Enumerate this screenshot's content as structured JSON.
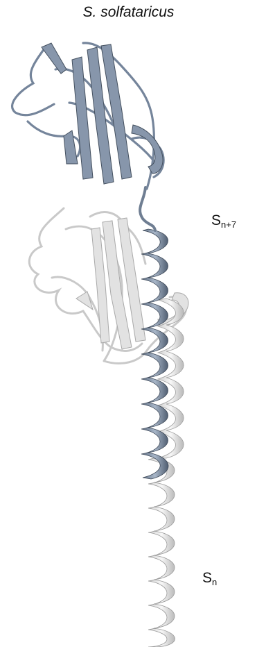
{
  "title": "S. solfataricus",
  "labels": {
    "top": {
      "base": "S",
      "sub": "n+7"
    },
    "bottom": {
      "base": "S",
      "sub": "n"
    }
  },
  "colors": {
    "upper_subunit": "#7f8ea3",
    "lower_subunit": "#d9d9d9",
    "background": "#ffffff"
  }
}
